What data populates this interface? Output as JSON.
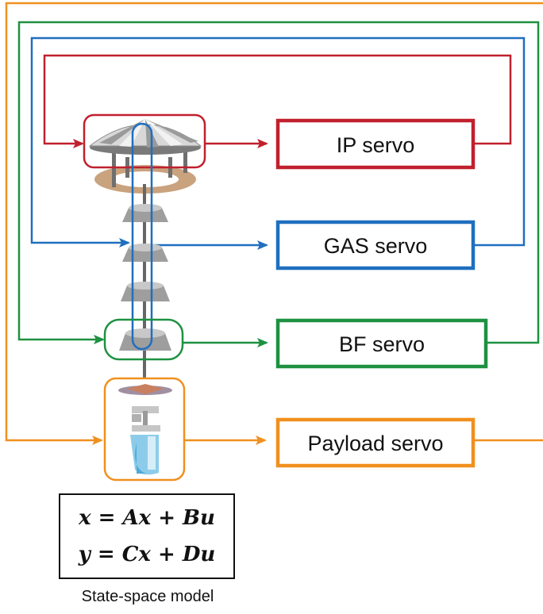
{
  "servos": [
    {
      "id": "ip",
      "label": "IP servo",
      "color": "#c0202e"
    },
    {
      "id": "gas",
      "label": "GAS servo",
      "color": "#1f6fbf"
    },
    {
      "id": "bf",
      "label": "BF servo",
      "color": "#1e9141"
    },
    {
      "id": "payload",
      "label": "Payload servo",
      "color": "#f0901e"
    }
  ],
  "model": {
    "equation_1": "x = Ax + Bu",
    "equation_2": "y = Cx + Du",
    "caption": "State-space model"
  },
  "icons": [
    "suspension-chain-icon",
    "inverted-pendulum-icon",
    "gas-filter-icon",
    "payload-icon"
  ]
}
